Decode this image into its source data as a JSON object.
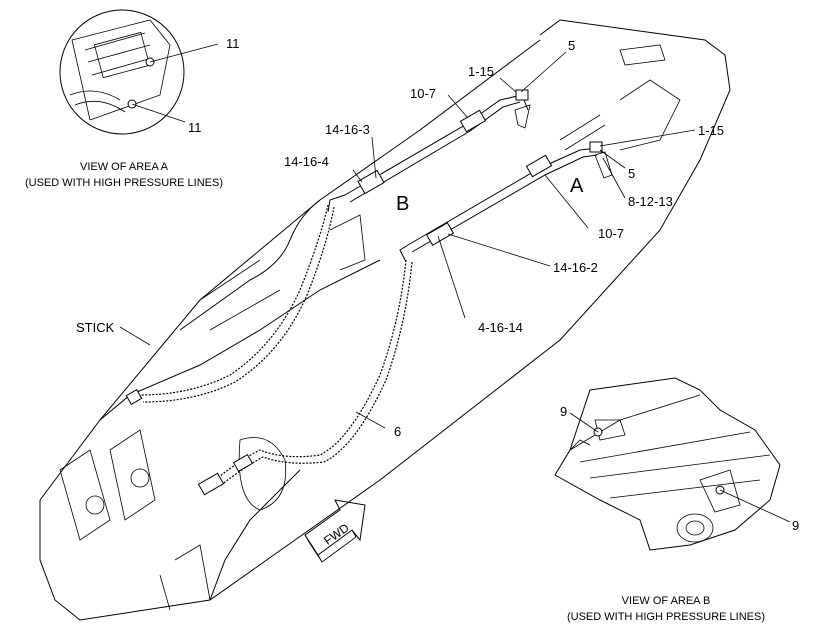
{
  "callouts": {
    "c11a": "11",
    "c11b": "11",
    "c5a": "5",
    "c115a": "1-15",
    "c107a": "10-7",
    "c14163": "14-16-3",
    "c14164": "14-16-4",
    "cB": "B",
    "cA": "A",
    "c115b": "1-15",
    "c5b": "5",
    "c81213": "8-12-13",
    "c107b": "10-7",
    "c14162": "14-16-2",
    "c41614": "4-16-14",
    "stick": "STICK",
    "c6": "6",
    "c9a": "9",
    "c9b": "9"
  },
  "captions": {
    "area_a_line1": "VIEW OF AREA A",
    "area_a_line2": "(USED WITH HIGH PRESSURE LINES)",
    "area_b_line1": "VIEW OF AREA B",
    "area_b_line2": "(USED WITH HIGH PRESSURE LINES)"
  },
  "fwd_label": "FWD"
}
